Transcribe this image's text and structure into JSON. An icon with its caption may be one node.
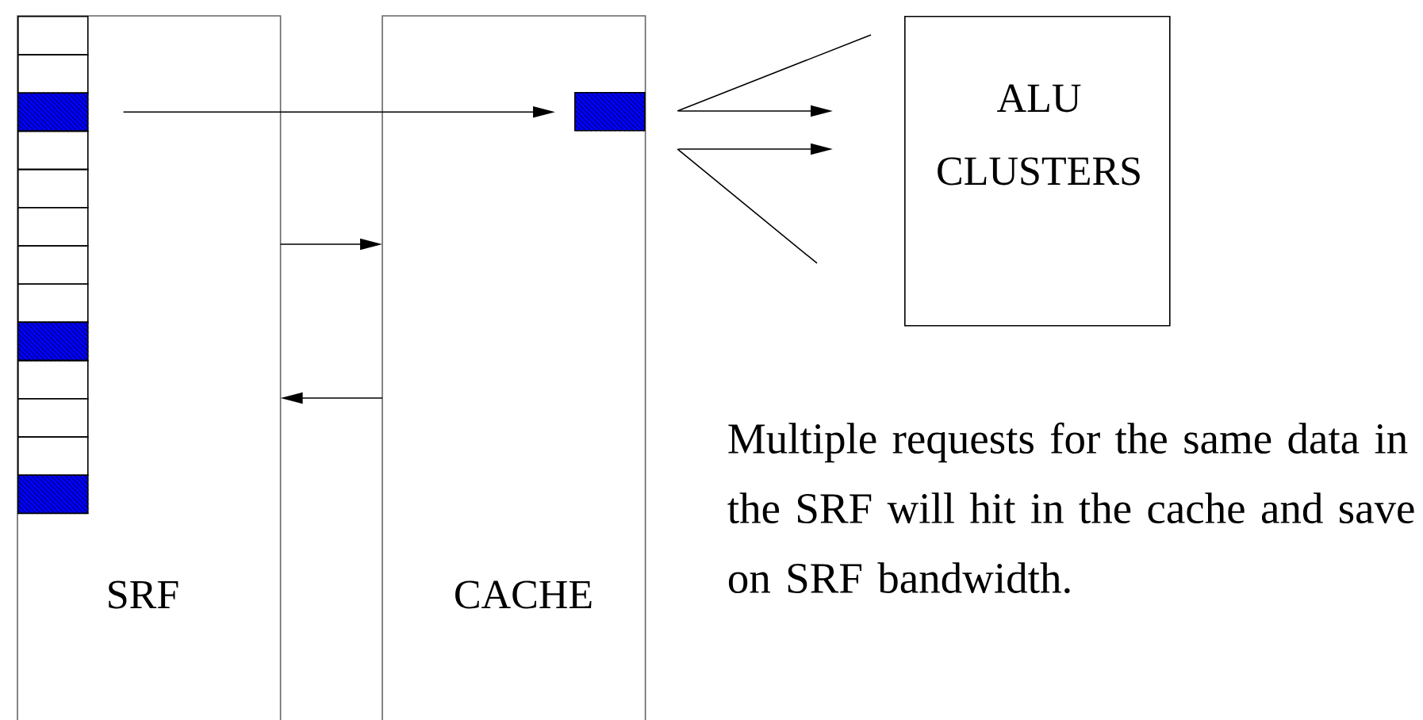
{
  "diagram": {
    "nodes": [
      {
        "text": [
          "SRF"
        ]
      },
      {
        "text": [],
        "shape": "box",
        "in": 0
      },
      {
        "text": [],
        "shape": "box",
        "in": 0
      },
      {
        "text": [],
        "shape": "box",
        "in": 0
      },
      {
        "text": [],
        "shape": "box",
        "in": 0
      },
      {
        "text": [],
        "shape": "box",
        "in": 0
      },
      {
        "text": [],
        "shape": "box",
        "in": 0
      },
      {
        "text": [],
        "shape": "box",
        "in": 0
      },
      {
        "text": [],
        "shape": "box",
        "in": 0
      },
      {
        "text": [],
        "shape": "box",
        "in": 0
      },
      {
        "text": [],
        "shape": "box",
        "in": 0
      },
      {
        "text": [],
        "shape": "box",
        "in": 0
      },
      {
        "text": [],
        "shape": "box",
        "in": 0
      },
      {
        "text": [],
        "shape": "box",
        "in": 0
      },
      {
        "text": [
          "CACHE"
        ]
      },
      {
        "text": [],
        "shape": "box",
        "in": 14
      },
      {
        "text": [
          "ALU CLUSTERS"
        ]
      }
    ],
    "edges": [
      {
        "from": 3,
        "to": 15,
        "arrow": "to"
      },
      {
        "from": 0,
        "to": 14,
        "arrow": "to"
      },
      {
        "from": 14,
        "to": 0,
        "arrow": "to"
      },
      {
        "from": 15,
        "to": 16,
        "arrow": "to"
      },
      {
        "from": 15,
        "to": 16,
        "arrow": "to"
      }
    ],
    "labels": [
      "Multiple requests for the same data in the SRF will hit in the cache and save on SRF bandwidth."
    ]
  }
}
